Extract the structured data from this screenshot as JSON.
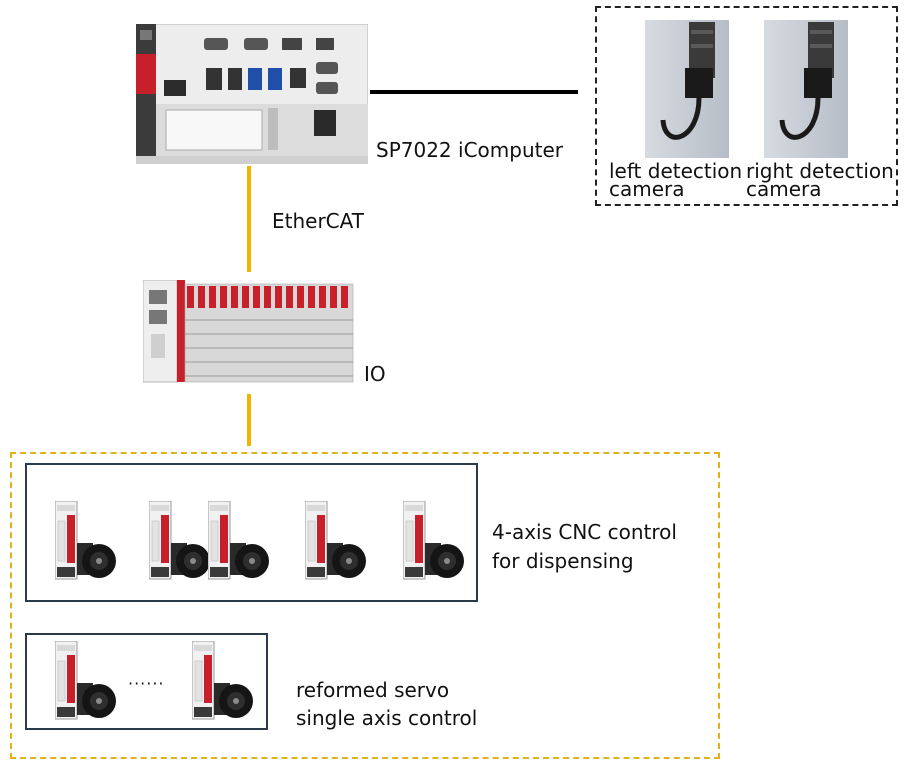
{
  "computer": {
    "label": "SP7022 iComputer"
  },
  "link": {
    "label": "EtherCAT"
  },
  "io": {
    "label": "IO"
  },
  "cameras": [
    {
      "label_line1": "left detection",
      "label_line2": "camera"
    },
    {
      "label_line1": "right detection",
      "label_line2": "camera"
    }
  ],
  "group_cnc": {
    "line1": "4-axis CNC control",
    "line2": "for dispensing"
  },
  "group_servo": {
    "line1": "reformed servo",
    "line2": "single axis control",
    "ellipsis": "······"
  },
  "colors": {
    "link": "#f2b400",
    "servo_box": "#e0b21a",
    "group_border": "#2b3b4a",
    "accent_red": "#c8202a"
  }
}
